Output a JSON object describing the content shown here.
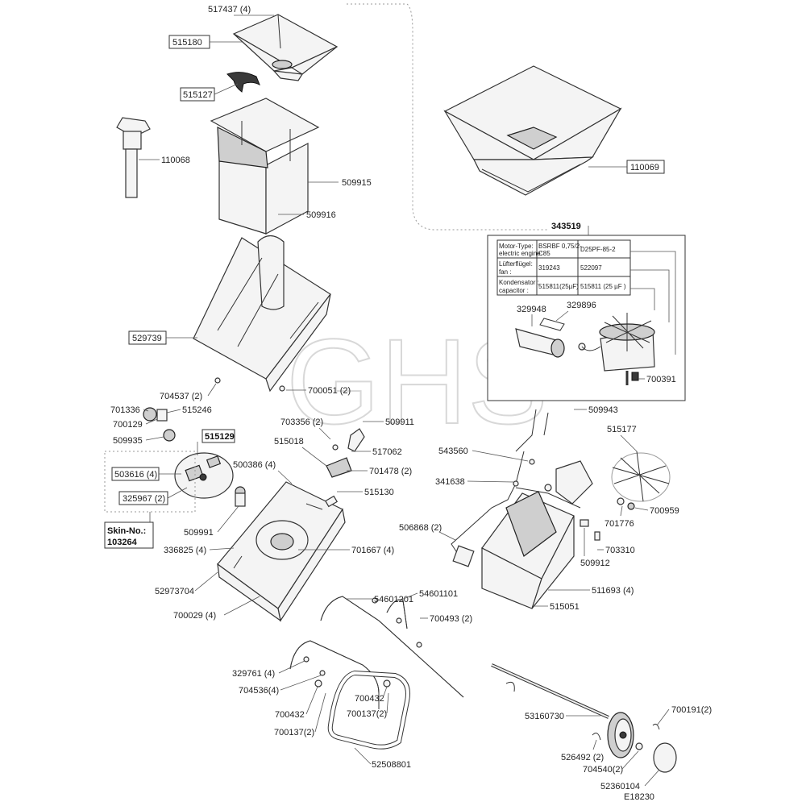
{
  "watermark": "GHS",
  "drawing_number": "E18230",
  "labels": {
    "p517437": "517437 (4)",
    "p515180": "515180",
    "p515127": "515127",
    "p110068": "110068",
    "p509915": "509915",
    "p509916": "509916",
    "p110069": "110069",
    "p529739": "529739",
    "p704537": "704537 (2)",
    "p700051": "700051 (2)",
    "p701336": "701336",
    "p515246": "515246",
    "p700129": "700129",
    "p509935": "509935",
    "p515129": "515129",
    "p703356": "703356 (2)",
    "p509911": "509911",
    "p515018": "515018",
    "p517062": "517062",
    "p500386": "500386 (4)",
    "p701478": "701478 (2)",
    "p503616": "503616 (4)",
    "p515130": "515130",
    "p325967": "325967 (2)",
    "p509991": "509991",
    "p336825": "336825 (4)",
    "p701667": "701667 (4)",
    "p52973704": "52973704",
    "p700029": "700029 (4)",
    "p54601201": "54601201",
    "p54601101": "54601101",
    "p700493": "700493 (2)",
    "p329761": "329761 (4)",
    "p704536": "704536(4)",
    "p700432a": "700432",
    "p700137a": "700137(2)",
    "p700432b": "700432",
    "p700137b": "700137(2)",
    "p52508801": "52508801",
    "p53160730": "53160730",
    "p526492": "526492 (2)",
    "p704540": "704540(2)",
    "p52360104": "52360104",
    "p700191": "700191(2)",
    "p509943": "509943",
    "p515177": "515177",
    "p543560": "543560",
    "p341638": "341638",
    "p506868": "506868 (2)",
    "p700959": "700959",
    "p701776": "701776",
    "p703310": "703310",
    "p509912": "509912",
    "p511693": "511693 (4)",
    "p515051": "515051",
    "p329948": "329948",
    "p329896": "329896",
    "p700391": "700391"
  },
  "skin_box": {
    "line1": "Skin-No.:",
    "line2": "103264"
  },
  "motor_kit": {
    "number": "343519",
    "table": [
      {
        "c1a": "Motor-Type:",
        "c1b": "electric engine:",
        "c2a": "BSRBF 0,75/2-",
        "c2b": "C85",
        "c3a": "D25PF-85-2",
        "c3b": ""
      },
      {
        "c1a": "Lüfterflügel:",
        "c1b": "fan :",
        "c2a": "319243",
        "c2b": "",
        "c3a": "522097",
        "c3b": ""
      },
      {
        "c1a": "Kondensator :",
        "c1b": "capacitor :",
        "c2a": "515811(25µF)",
        "c2b": "",
        "c3a": "515811 (25 µF )",
        "c3b": ""
      }
    ]
  }
}
